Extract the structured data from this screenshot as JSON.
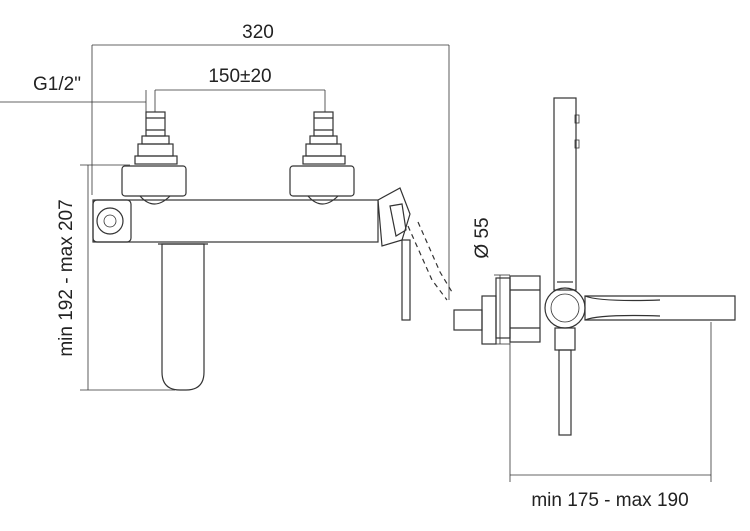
{
  "dimensions": {
    "overall_width": "320",
    "inlet_spacing": "150±20",
    "thread": "G1/2\"",
    "height_range": "min 192 - max 207",
    "diameter": "Ø 55",
    "projection_range": "min 175 - max 190"
  }
}
